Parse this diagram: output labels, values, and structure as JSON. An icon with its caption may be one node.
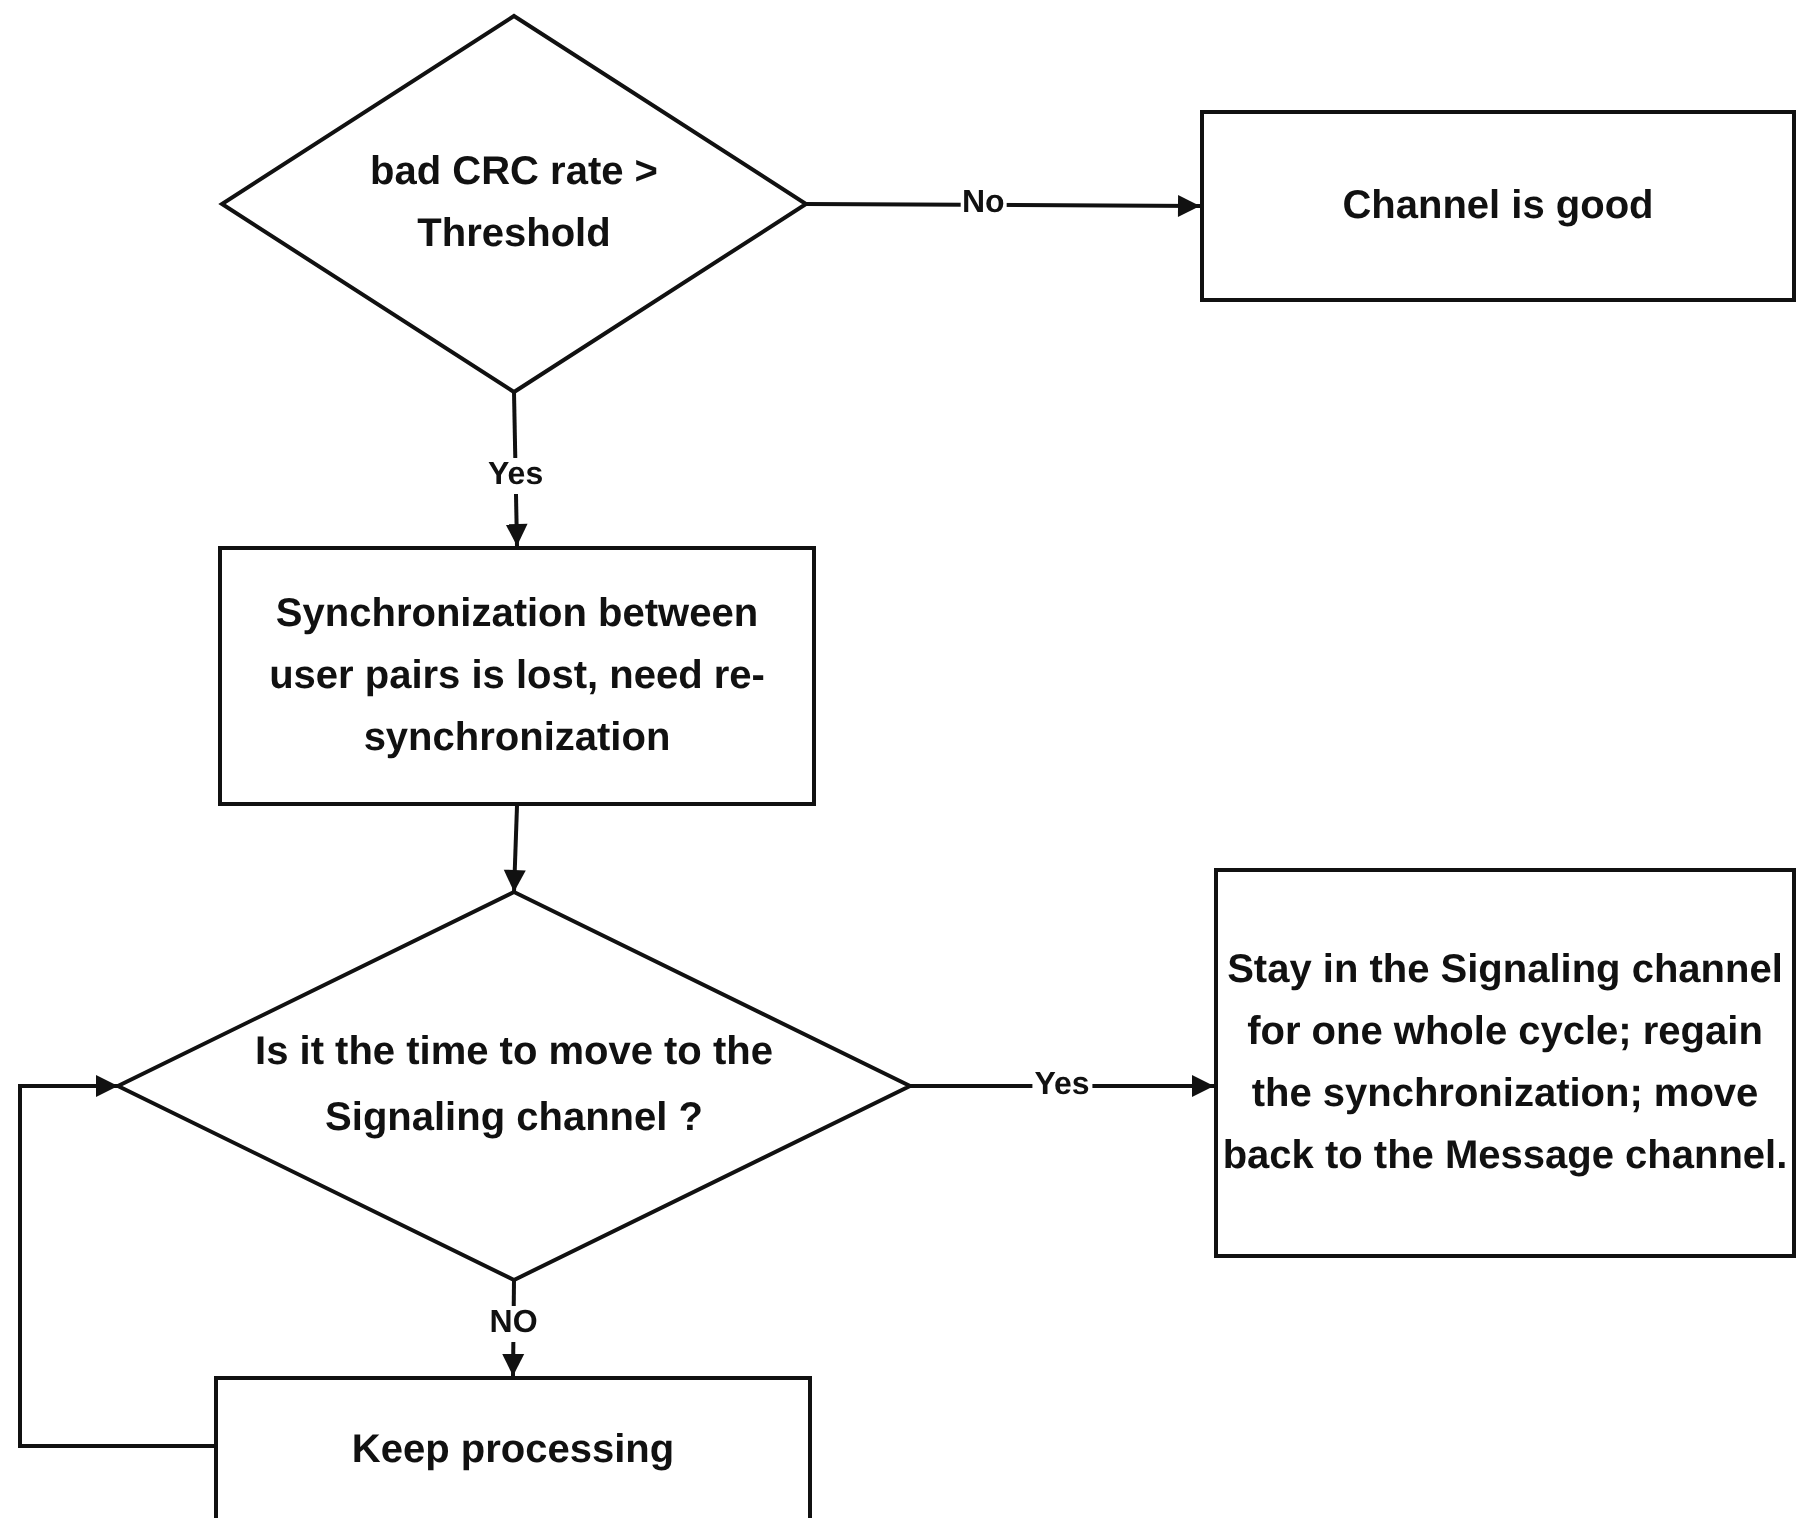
{
  "diagram": {
    "nodes": [
      {
        "text": [
          "bad CRC rate > Threshold"
        ]
      },
      {
        "text": [
          "Channel is good"
        ]
      },
      {
        "text": [
          "Synchronization between user pairs is lost, need re-synchronization"
        ]
      },
      {
        "text": [
          "Is it the time to move to the Signaling channel ?"
        ]
      },
      {
        "text": [
          "Stay in the Signaling channel for one whole cycle; regain the synchronization; move back to the Message channel."
        ]
      },
      {
        "text": [
          "Keep processing"
        ]
      }
    ],
    "edges": [
      {
        "from": 0,
        "to": 1,
        "arrow": "to",
        "label": "No"
      },
      {
        "from": 0,
        "to": 2,
        "arrow": "to",
        "label": "Yes"
      },
      {
        "from": 2,
        "to": 3,
        "arrow": "to"
      },
      {
        "from": 3,
        "to": 4,
        "arrow": "to",
        "label": "Yes"
      },
      {
        "from": 3,
        "to": 5,
        "arrow": "to",
        "label": "NO"
      },
      {
        "from": 5,
        "to": 3,
        "arrow": "to"
      }
    ]
  }
}
